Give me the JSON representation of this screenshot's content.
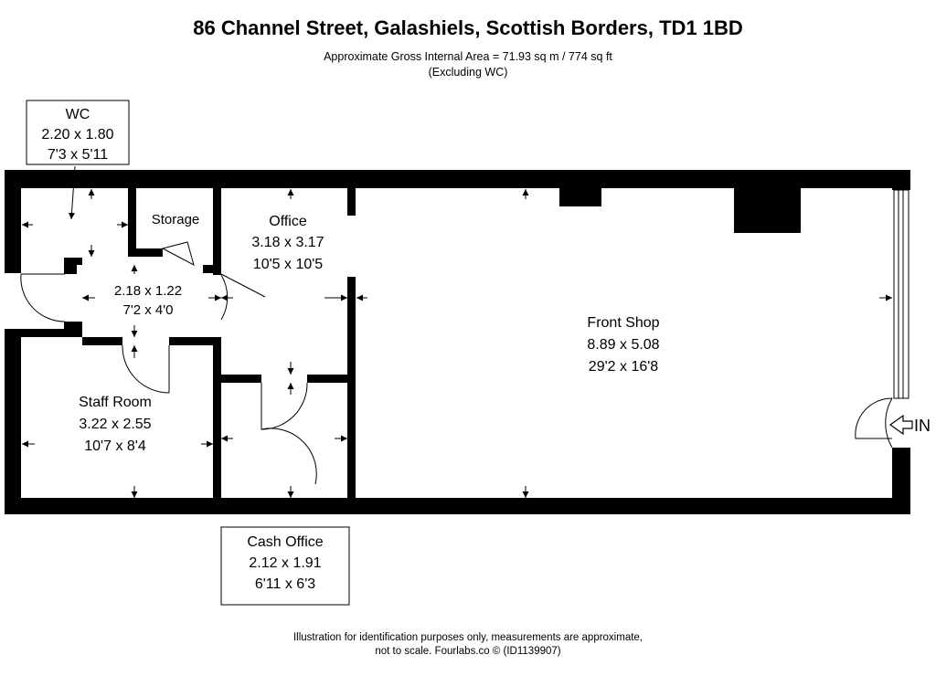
{
  "header": {
    "title": "86 Channel Street, Galashiels, Scottish Borders, TD1 1BD",
    "area_line": "Approximate Gross Internal Area = 71.93 sq m / 774 sq ft",
    "area_note": "(Excluding WC)"
  },
  "rooms": {
    "wc": {
      "name": "WC",
      "metric": "2.20 x 1.80",
      "imperial": "7'3 x 5'11"
    },
    "storage": {
      "name": "Storage"
    },
    "office": {
      "name": "Office",
      "metric": "3.18 x 3.17",
      "imperial": "10'5 x 10'5"
    },
    "hallway": {
      "metric": "2.18 x 1.22",
      "imperial": "7'2 x 4'0"
    },
    "staff_room": {
      "name": "Staff Room",
      "metric": "3.22 x 2.55",
      "imperial": "10'7 x 8'4"
    },
    "front_shop": {
      "name": "Front Shop",
      "metric": "8.89 x 5.08",
      "imperial": "29'2 x 16'8"
    },
    "cash_office": {
      "name": "Cash Office",
      "metric": "2.12 x 1.91",
      "imperial": "6'11 x 6'3"
    }
  },
  "entrance": {
    "label": "IN"
  },
  "footer": {
    "line1": "Illustration for identification purposes only, measurements are approximate,",
    "line2": "not to scale. Fourlabs.co © (ID1139907)"
  }
}
